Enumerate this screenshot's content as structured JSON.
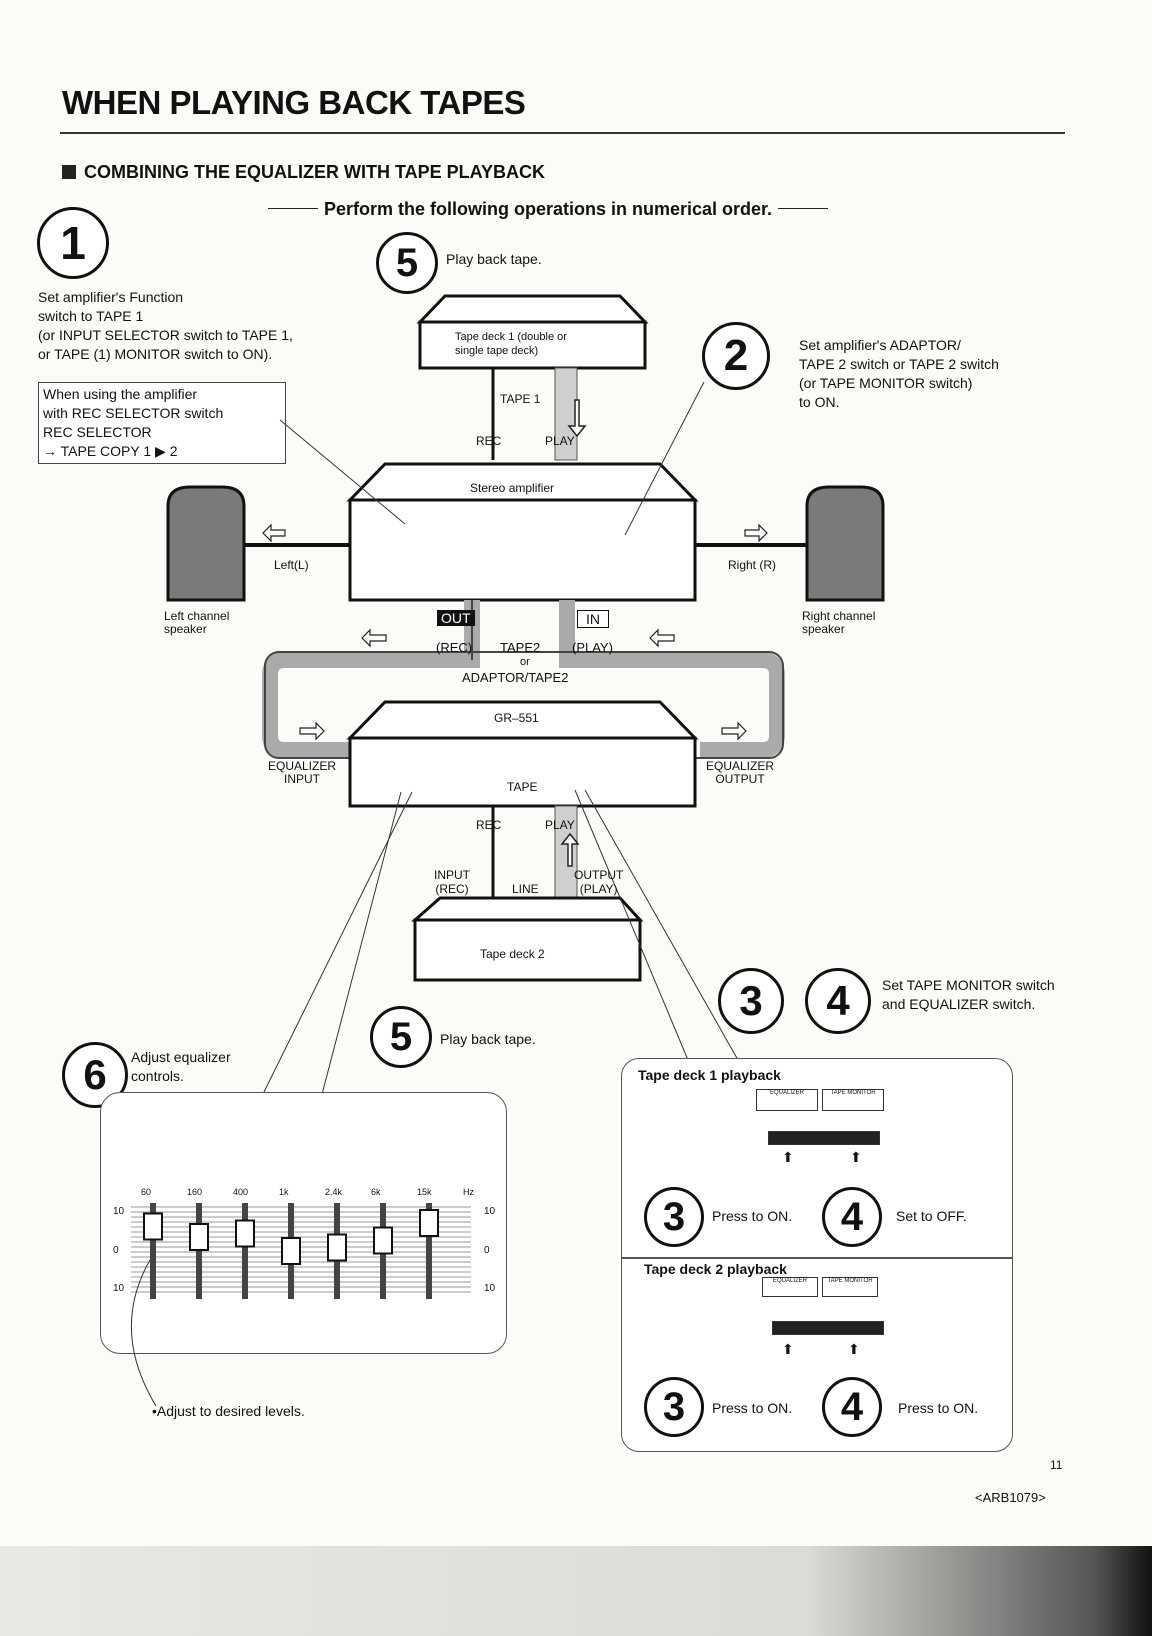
{
  "page": {
    "title": "WHEN PLAYING BACK TAPES",
    "subheading": "COMBINING THE EQUALIZER WITH TAPE PLAYBACK",
    "instruction": "Perform the following operations in numerical order.",
    "page_number": "11",
    "code": "<ARB1079>"
  },
  "steps": {
    "n1": "1",
    "n2": "2",
    "n3": "3",
    "n4": "4",
    "n5": "5",
    "n6": "6",
    "step1_text": [
      "Set amplifier's Function",
      "switch to TAPE 1",
      "(or INPUT SELECTOR switch to TAPE 1,",
      "or TAPE (1) MONITOR switch to ON)."
    ],
    "rec_selector_note": [
      "When using the amplifier",
      "with REC SELECTOR switch",
      "REC SELECTOR",
      "→ TAPE COPY 1 ▶ 2"
    ],
    "step2_text": [
      "Set amplifier's ADAPTOR/",
      "TAPE 2 switch or TAPE 2 switch",
      "(or TAPE MONITOR switch)",
      "to ON."
    ],
    "step5_top": "Play back tape.",
    "step5_bottom": "Play back tape.",
    "step34_text": [
      "Set TAPE MONITOR switch",
      "and EQUALIZER switch."
    ],
    "step6_text": [
      "Adjust equalizer",
      "controls."
    ],
    "adjust_note": "•Adjust to desired levels."
  },
  "diagram": {
    "tape_deck1": [
      "Tape deck 1 (double or",
      "single tape deck)"
    ],
    "tape1": "TAPE 1",
    "rec": "REC",
    "play": "PLAY",
    "amplifier": "Stereo amplifier",
    "left": "Left(L)",
    "right": "Right (R)",
    "left_speaker": [
      "Left channel",
      "speaker"
    ],
    "right_speaker": [
      "Right channel",
      "speaker"
    ],
    "out": "OUT",
    "in": "IN",
    "rec_paren": "(REC)",
    "play_paren": "(PLAY)",
    "tape2": "TAPE2",
    "or": "or",
    "adaptor": "ADAPTOR/TAPE2",
    "gr551": "GR–551",
    "eq_input": [
      "EQUALIZER",
      "INPUT"
    ],
    "eq_output": [
      "EQUALIZER",
      "OUTPUT"
    ],
    "tape": "TAPE",
    "input_rec": [
      "INPUT",
      "(REC)"
    ],
    "line": "LINE",
    "output_play": [
      "OUTPUT",
      "(PLAY)"
    ],
    "tape_deck2": "Tape deck 2"
  },
  "equalizer_panel": {
    "bands": [
      "60",
      "160",
      "400",
      "1k",
      "2.4k",
      "6k",
      "15k",
      "Hz"
    ],
    "scale": [
      "10",
      "0",
      "10"
    ],
    "levels": [
      0.15,
      0.3,
      0.25,
      0.5,
      0.45,
      0.35,
      0.1
    ]
  },
  "playback_panel": {
    "deck1_title": "Tape deck 1 playback",
    "deck2_title": "Tape deck 2 playback",
    "btn_equalizer": "EQUALIZER",
    "btn_tape_monitor": "TAPE MONITOR",
    "deck1_step3": "Press to ON.",
    "deck1_step4": "Set to OFF.",
    "deck2_step3": "Press to ON.",
    "deck2_step4": "Press to ON."
  }
}
